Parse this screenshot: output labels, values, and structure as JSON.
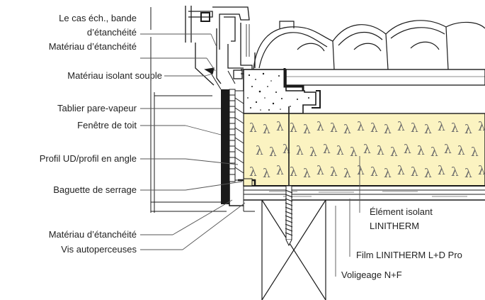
{
  "colors": {
    "insulation": "#fbf3c1",
    "line": "#1a1a1a",
    "concrete": "#ffffff",
    "label": "#222222"
  },
  "insulation_symbol": "λ",
  "labels_left": {
    "cas_line1": "Le cas éch., bande",
    "cas_line2": "d’étanchéité",
    "etancheite_top": "Matériau d’étanchéité",
    "isolant_souple": "Matériau isolant souple",
    "tablier": "Tablier pare-vapeur",
    "fenetre": "Fenêtre de toit",
    "profil": "Profil UD/profil en angle",
    "baguette": "Baguette de serrage",
    "etancheite_bottom": "Matériau d’étanchéité",
    "vis": "Vis autoperceuses"
  },
  "labels_right": {
    "element_line1": "Élément isolant",
    "element_line2": "LINITHERM",
    "film": "Film LINITHERM L+D Pro",
    "voligeage": "Voligeage N+F"
  }
}
